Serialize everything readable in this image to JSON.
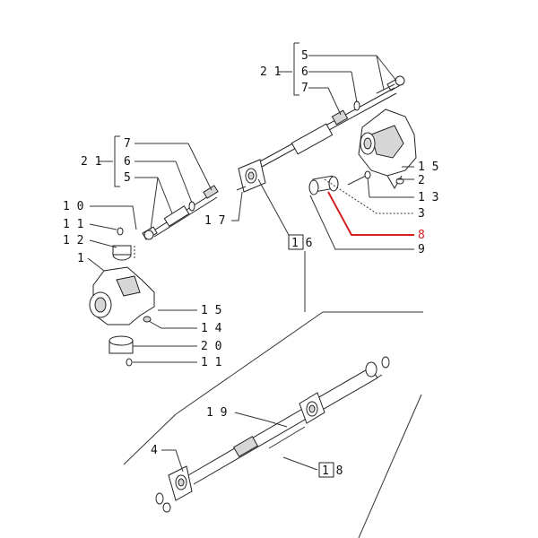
{
  "highlight_color": "#d42020",
  "labels": {
    "l5_top": "5",
    "l21_top": "2 1",
    "l6_top": "6",
    "l7_top": "7",
    "l15_right": "1 5",
    "l2_right": "2",
    "l13_right": "1 3",
    "l3_right": "3",
    "l8_highlight": "8",
    "l9_right": "9",
    "l7_left": "7",
    "l21_left": "2 1",
    "l6_left": "6",
    "l5_left": "5",
    "l17": "1 7",
    "l16": "1 6",
    "l10": "1 0",
    "l11_a": "1 1",
    "l12": "1 2",
    "l1": "1",
    "l15_left": "1 5",
    "l14": "1 4",
    "l20": "2 0",
    "l11_b": "1 1",
    "l19": "1 9",
    "l4": "4",
    "l18": "1 8"
  }
}
